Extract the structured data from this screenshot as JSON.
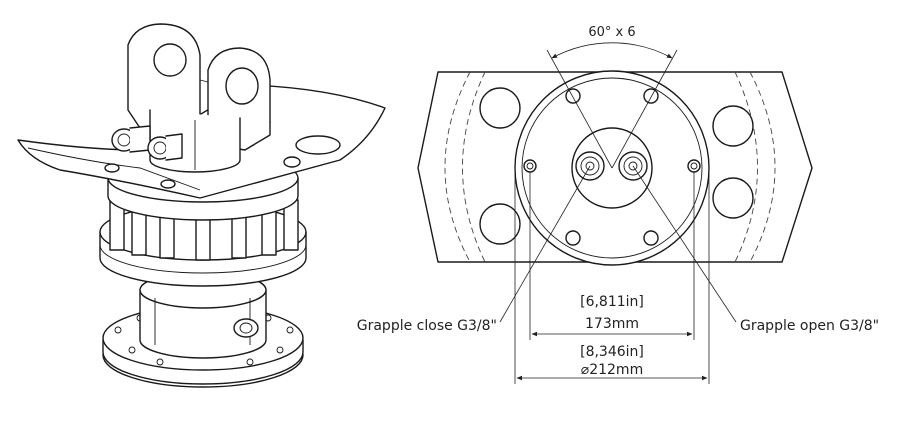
{
  "drawing": {
    "angle_label": "60° x 6",
    "dim_inner_in": "[6,811in]",
    "dim_inner_mm": "173mm",
    "dim_outer_in": "[8,346in]",
    "dim_outer_mm": "⌀212mm",
    "port_close_label": "Grapple close G3/8\"",
    "port_open_label": "Grapple open G3/8\""
  }
}
